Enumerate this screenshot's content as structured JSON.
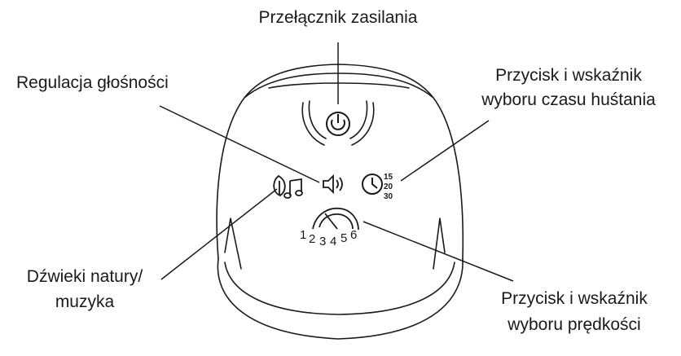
{
  "labels": {
    "power_switch": "Przełącznik zasilania",
    "volume_control": "Regulacja głośności",
    "timer_line1": "Przycisk i wskaźnik",
    "timer_line2": "wyboru czasu huśtania",
    "nature_line1": "Dźwieki natury/",
    "nature_line2": "muzyka",
    "speed_line1": "Przycisk i wskaźnik",
    "speed_line2": "wyboru prędkości"
  },
  "timer_options": [
    "15",
    "20",
    "30"
  ],
  "speed_levels": [
    "1",
    "2",
    "3",
    "4",
    "5",
    "6"
  ]
}
